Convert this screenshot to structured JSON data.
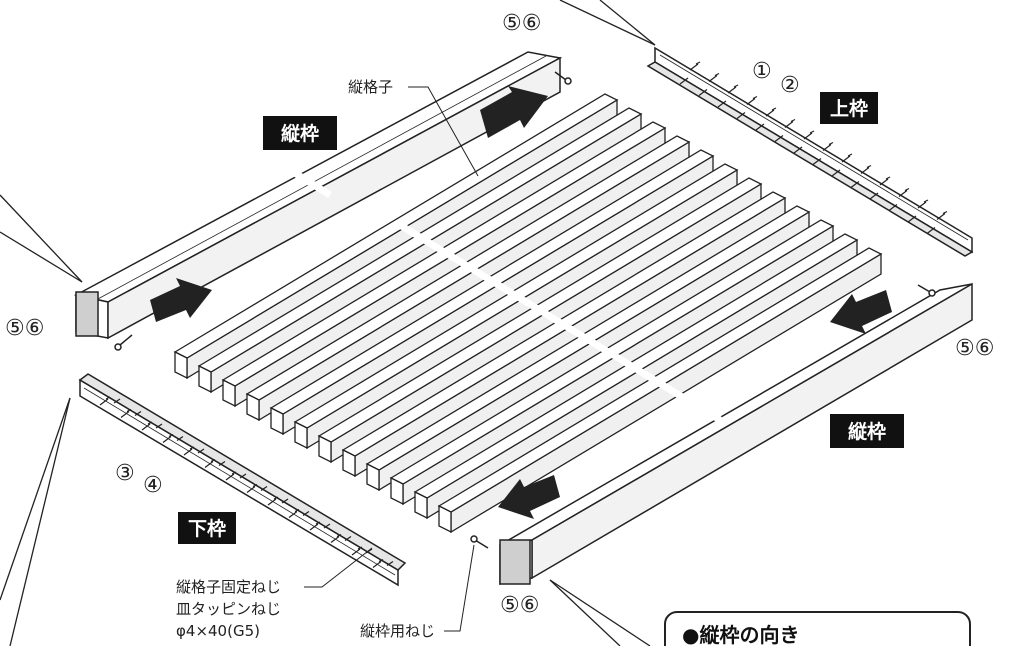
{
  "parts": {
    "top_frame": "上枠",
    "bottom_frame": "下枠",
    "side_frame_left": "縦枠",
    "side_frame_right": "縦枠"
  },
  "callouts": {
    "lattice": "縦格子",
    "lattice_screw": "縦格子固定ねじ",
    "lattice_screw_type": "皿タッピンねじ",
    "lattice_screw_size": "φ4×40(G5)",
    "frame_screw": "縦枠用ねじ"
  },
  "step_numbers": {
    "top_pair_a": "①",
    "top_pair_b": "②",
    "bottom_pair_a": "③",
    "bottom_pair_b": "④",
    "screw_left": "⑤⑥",
    "screw_top": "⑤⑥",
    "screw_right": "⑤⑥",
    "screw_bottom": "⑤⑥"
  },
  "note_box": {
    "title": "●縦枠の向き"
  },
  "colors": {
    "line": "#222222",
    "tag_bg": "#111111",
    "arrow": "#222222",
    "bar_face": "#ffffff",
    "bar_shade": "#e6e6e6"
  }
}
